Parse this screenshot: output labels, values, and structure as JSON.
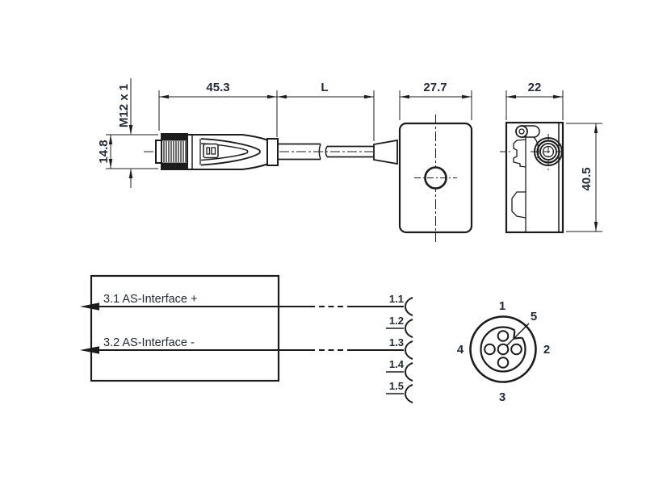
{
  "drawing": {
    "dims": {
      "thread": "M12 x 1",
      "connector_diameter": "14.8",
      "connector_length": "45.3",
      "cable_length": "L",
      "module_width": "27.7",
      "module_depth": "22",
      "module_height": "40.5"
    }
  },
  "wiring": {
    "wire1_label": "3.1 AS-Interface +",
    "wire2_label": "3.2 AS-Interface -",
    "terminals": [
      "1.1",
      "1.2",
      "1.3",
      "1.4",
      "1.5"
    ]
  },
  "pinout": {
    "pins": [
      "1",
      "2",
      "3",
      "4",
      "5"
    ]
  },
  "colors": {
    "line": "#1c1c1c",
    "text": "#232a36",
    "background": "#ffffff"
  }
}
